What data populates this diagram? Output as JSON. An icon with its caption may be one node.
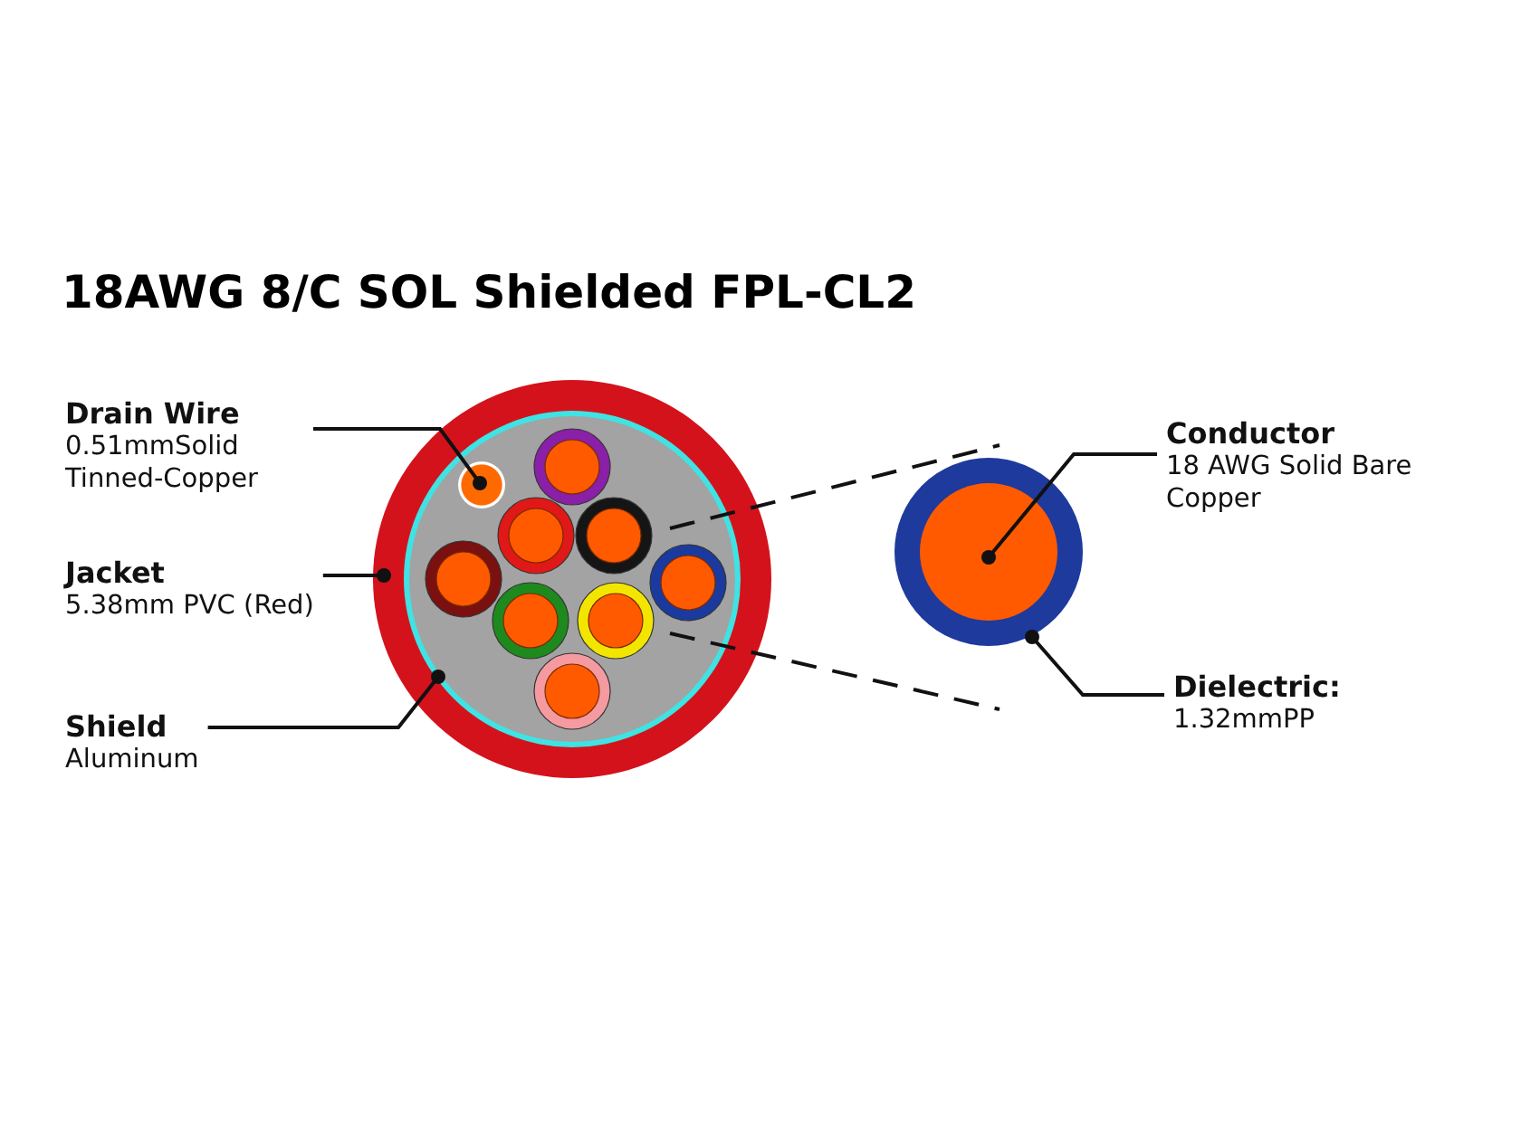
{
  "diagram": {
    "title": "18AWG 8/C SOL Shielded FPL-CL2",
    "nodes": [
      {
        "text": [
          "Drain Wire",
          "0.51mmSolid Tinned-Copper"
        ]
      },
      {
        "text": [
          "Jacket",
          "5.38mm PVC (Red)"
        ]
      },
      {
        "text": [
          "Shield",
          "Aluminum"
        ]
      },
      {
        "text": [
          "Conductor",
          "18 AWG Solid Bare Copper"
        ]
      },
      {
        "text": [
          "Dielectric:",
          "1.32mmPP"
        ]
      },
      {
        "text": [],
        "shape": "circle"
      },
      {
        "text": [],
        "shape": "circle",
        "in": 5
      },
      {
        "text": [],
        "shape": "circle",
        "in": 6
      },
      {
        "text": [],
        "shape": "circle"
      },
      {
        "text": [],
        "shape": "circle",
        "in": 8
      }
    ],
    "edges": [
      {
        "from": 0,
        "to": 7,
        "arrow": "other"
      },
      {
        "from": 1,
        "to": 5,
        "arrow": "other"
      },
      {
        "from": 2,
        "to": 6,
        "arrow": "other"
      },
      {
        "from": 3,
        "to": 9,
        "arrow": "other"
      },
      {
        "from": 4,
        "to": 8,
        "arrow": "other"
      }
    ]
  }
}
